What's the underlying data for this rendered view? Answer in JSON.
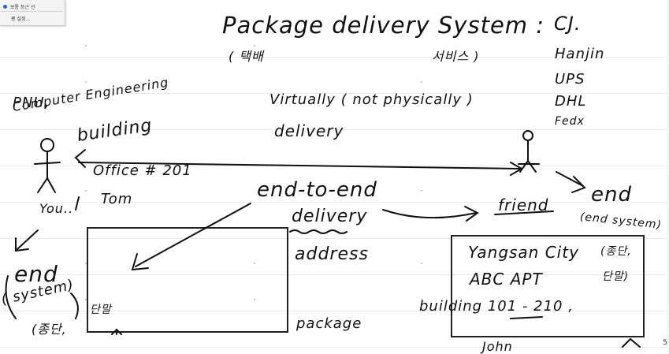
{
  "popup_menu": {
    "item1": "보통 등근 선",
    "item2": "펜 설정..."
  },
  "title": "Package delivery System :",
  "title_korean": "( 택배",
  "title_service": "서비스 )",
  "companies": [
    "CJ.",
    "Hanjin",
    "UPS",
    "DHL",
    "Fedx"
  ],
  "left_labels": {
    "pnu": "PNU,",
    "dept": "Computer Engineering",
    "building": "building",
    "office": "Office # 201",
    "tom": "Tom",
    "you": "You..",
    "end": "end",
    "system": "( system)",
    "korean_end": "(종단,",
    "korean_small": "단말"
  },
  "center_labels": {
    "virtually": "Virtually ( not physically )",
    "delivery1": "delivery",
    "end_to_end": "end-to-end",
    "delivery2": "delivery",
    "address": "address",
    "package": "package"
  },
  "right_labels": {
    "friend": "friend",
    "end": "end",
    "end_system": "(end system)",
    "yangsan": "Yangsan City",
    "korean1": "(종단,",
    "abc": "ABC APT",
    "korean2": "단말)",
    "building": "building 101 - 210 ,",
    "john": "John"
  },
  "page_number": "5"
}
